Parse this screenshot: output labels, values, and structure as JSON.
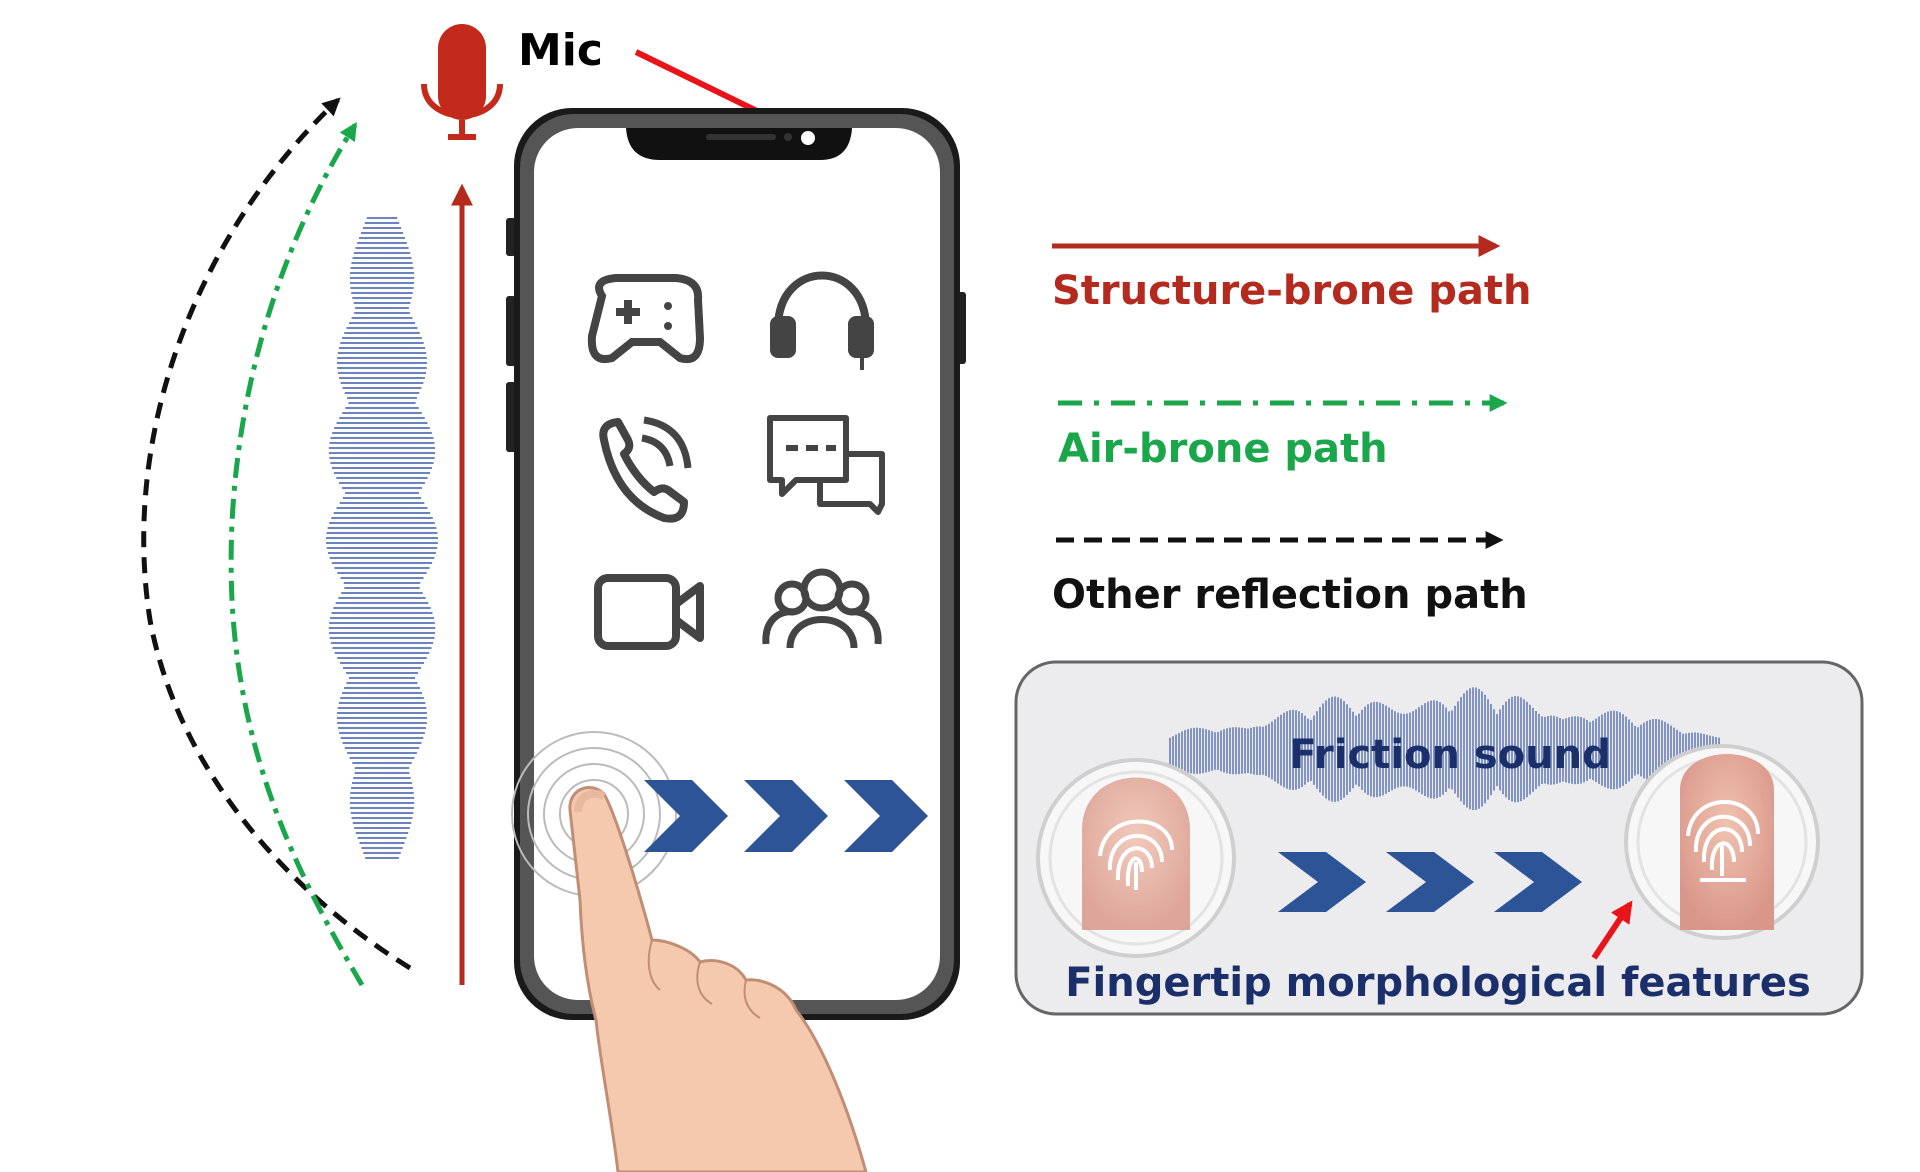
{
  "mic": {
    "label": "Mic"
  },
  "legend": {
    "structure": {
      "label": "Structure-brone path",
      "color": "#b52a1e"
    },
    "air": {
      "label": "Air-brone path",
      "color": "#1aa64a"
    },
    "other": {
      "label": "Other reflection path",
      "color": "#111111"
    }
  },
  "inset": {
    "friction_label": "Friction sound",
    "features_label": "Fingertip morphological features",
    "text_color": "#1b2f6b"
  },
  "colors": {
    "chevron": "#2d5496",
    "waveform": "#3a5aa8",
    "phone_frame": "#111111",
    "inset_bg": "#ececee",
    "skin": "#f4c9ad"
  },
  "phone_icons": [
    "gamepad-icon",
    "headphones-icon",
    "phone-call-icon",
    "chat-icon",
    "video-camera-icon",
    "users-icon"
  ]
}
